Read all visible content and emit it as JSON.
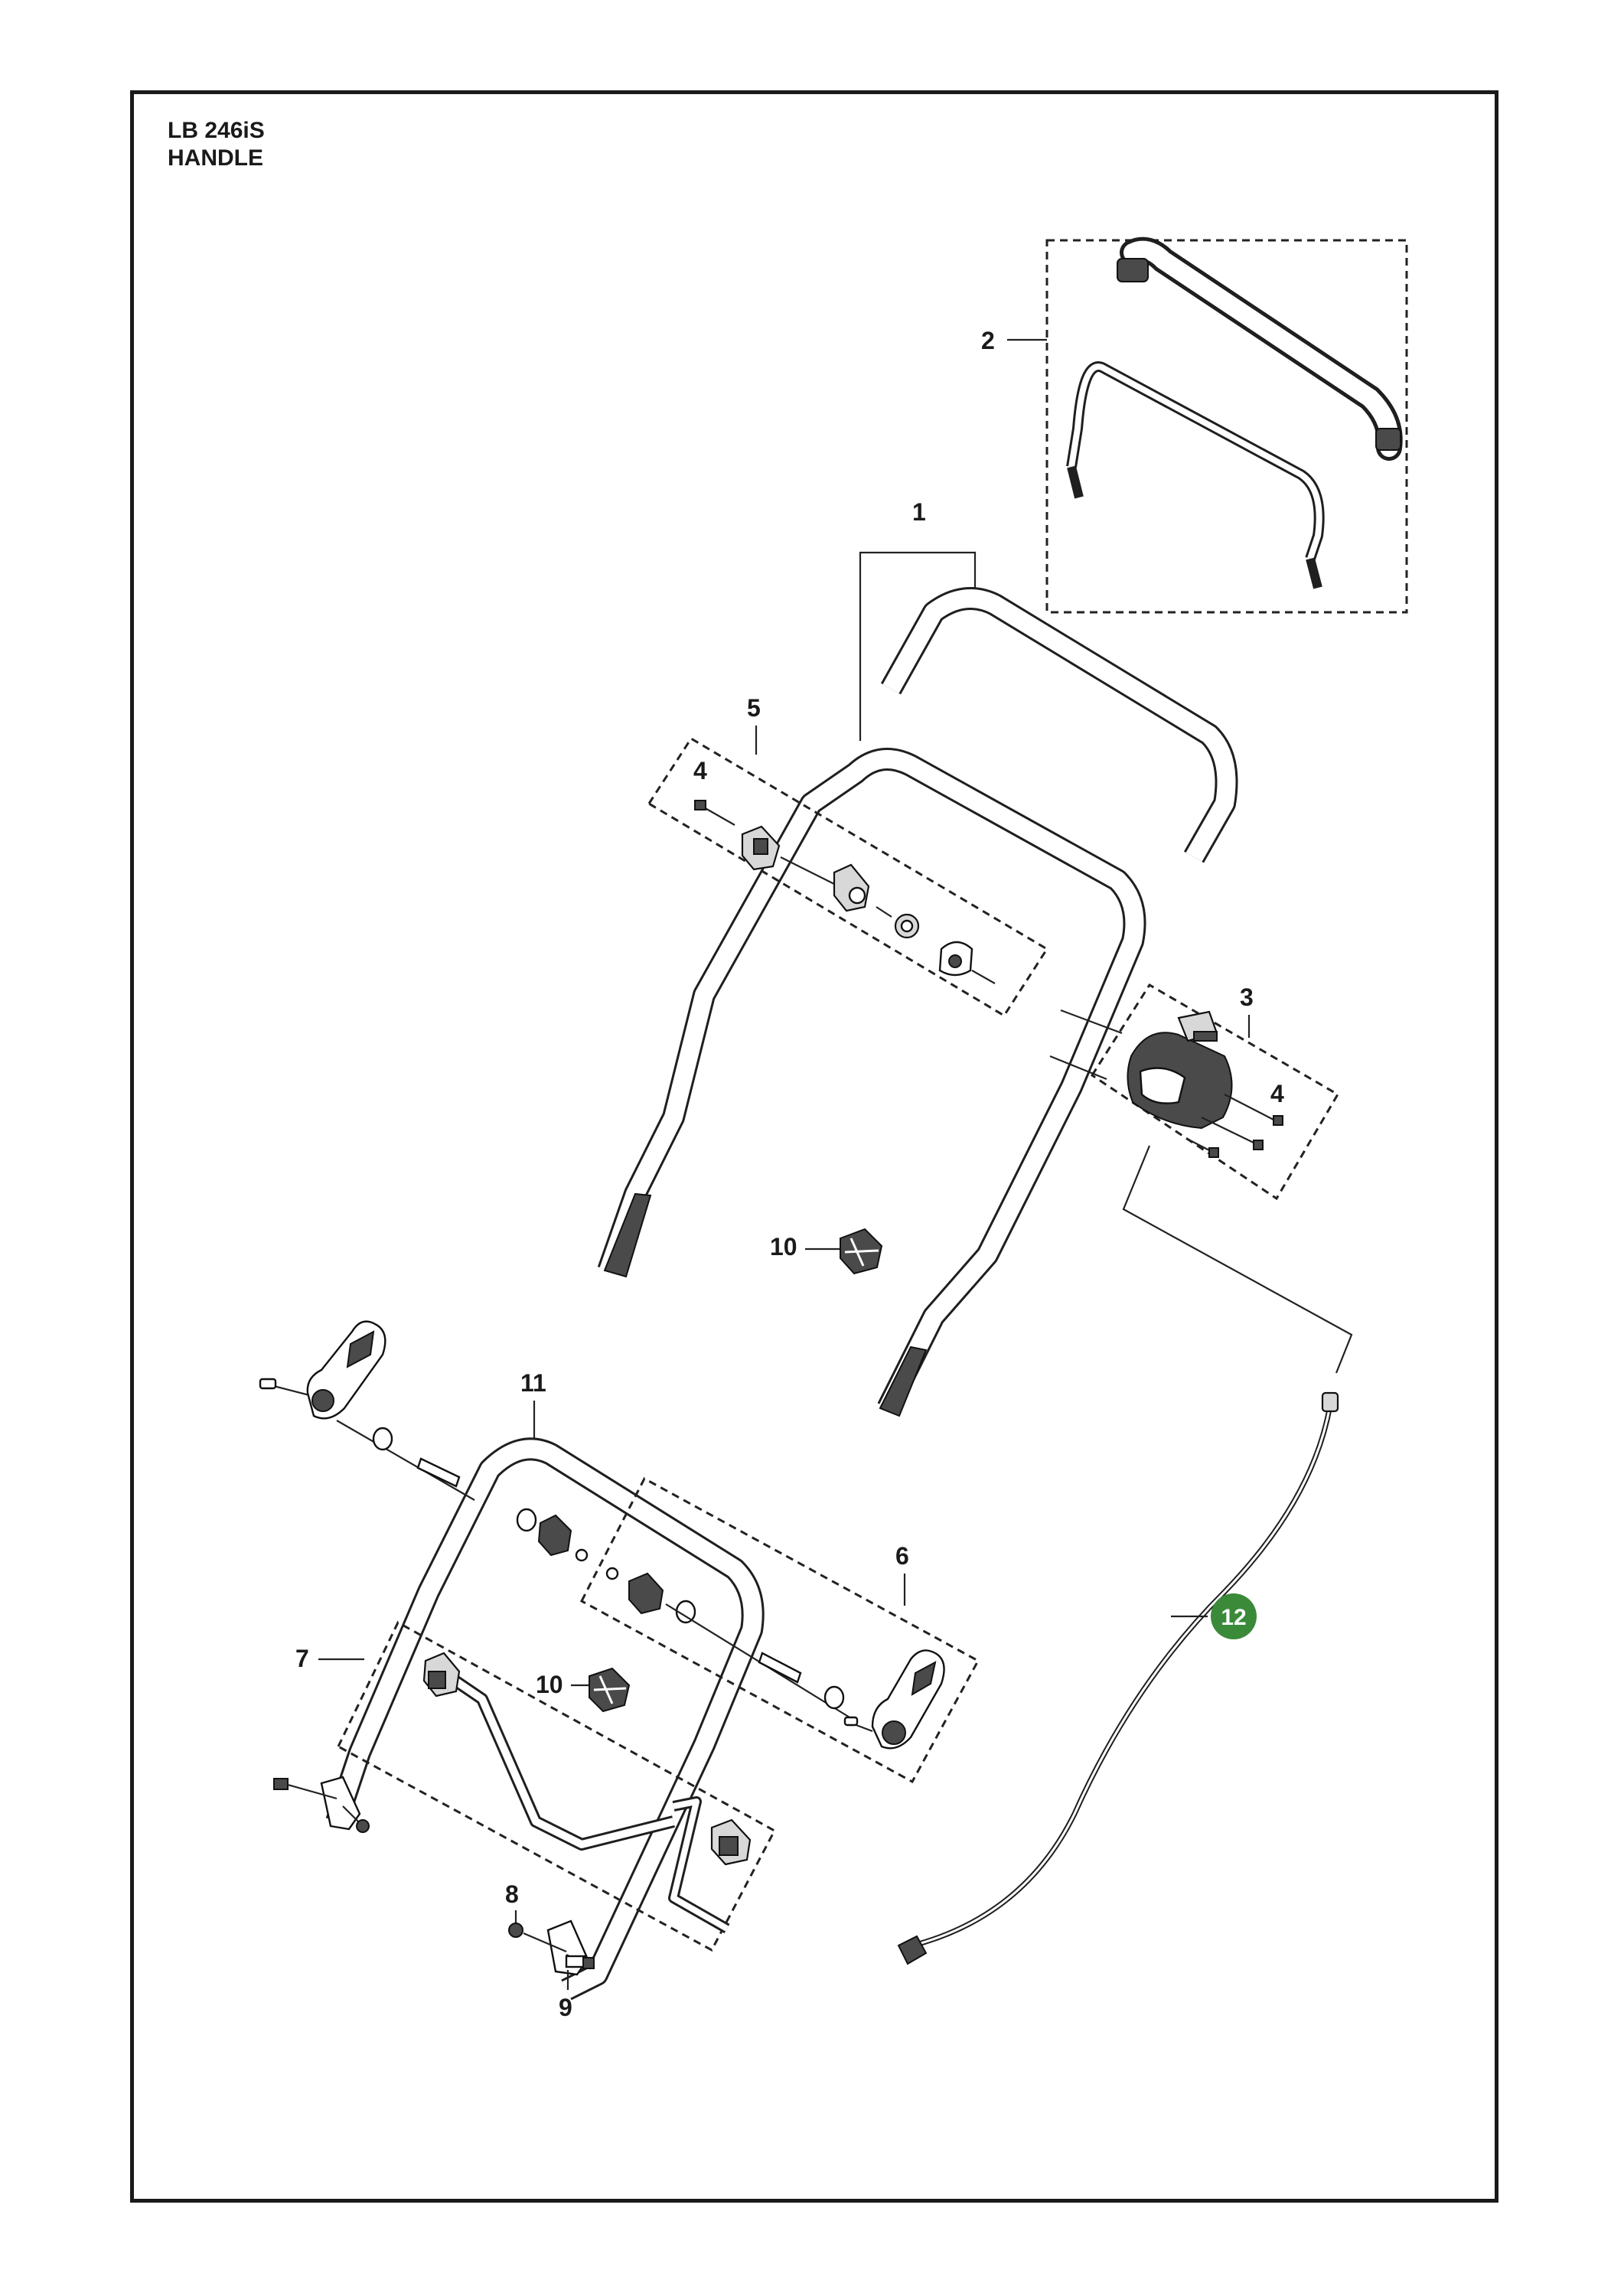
{
  "header": {
    "model": "LB 246iS",
    "section": "HANDLE"
  },
  "callouts": {
    "c1": "1",
    "c2": "2",
    "c3": "3",
    "c4a": "4",
    "c4b": "4",
    "c5": "5",
    "c6": "6",
    "c7": "7",
    "c8": "8",
    "c9": "9",
    "c10a": "10",
    "c10b": "10",
    "c11": "11",
    "c12": "12"
  },
  "colors": {
    "highlight_badge": "#3a8a3a",
    "line": "#1a1a1a"
  }
}
